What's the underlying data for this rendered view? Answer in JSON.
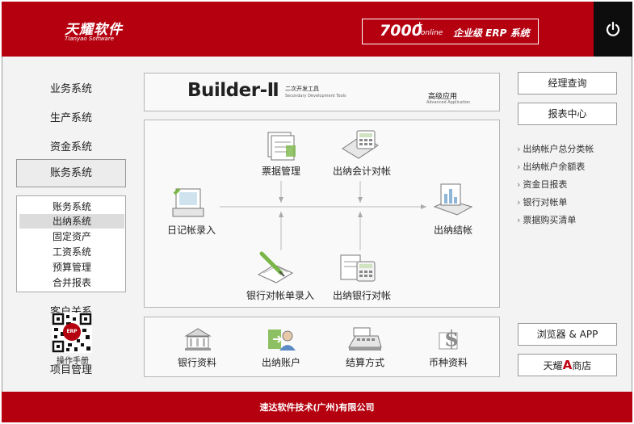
{
  "header": {
    "brand": "天耀软件",
    "brand_sub": "Tianyao Software",
    "erp_version": "7000",
    "erp_plus": "+",
    "erp_online": ".online",
    "erp_title": "企业级 ERP 系统"
  },
  "nav": {
    "items": [
      "业务系统",
      "生产系统",
      "资金系统",
      "账务系统"
    ],
    "active": "账务系统",
    "sub_items": [
      "账务系统",
      "出纳系统",
      "固定资产",
      "工资系统",
      "预算管理",
      "合并报表"
    ],
    "selected_sub": "出纳系统",
    "more_items": [
      "客户关系",
      "项目管理"
    ],
    "qr_badge": "ERP",
    "manual_label": "操作手册"
  },
  "builder": {
    "title": "Builder-Ⅱ",
    "subtitle_cn": "二次开发工具",
    "subtitle_en": "Secondary Development Tools",
    "adv_cn": "高级应用",
    "adv_en": "Advanced Application"
  },
  "flow": {
    "nodes": {
      "ticket": "票据管理",
      "cashier_reconcile": "出纳会计对帐",
      "journal": "日记帐录入",
      "closing": "出纳结帐",
      "bank_statement": "银行对帐单录入",
      "cashier_bank": "出纳银行对帐"
    }
  },
  "bottom_modules": [
    "银行资料",
    "出纳账户",
    "结算方式",
    "币种资料"
  ],
  "right": {
    "buttons": [
      "经理查询",
      "报表中心"
    ],
    "links": [
      "出纳帐户总分类帐",
      "出纳帐户余额表",
      "资金日报表",
      "银行对帐单",
      "票据购买清单"
    ],
    "browser_app": "浏览器 & APP",
    "store_prefix": "天耀",
    "store_a": "A",
    "store_suffix": "商店"
  },
  "footer": {
    "company": "速达软件技术(广州)有限公司"
  },
  "colors": {
    "brand_red": "#b5000f",
    "power_bg": "#0d0d0d"
  }
}
